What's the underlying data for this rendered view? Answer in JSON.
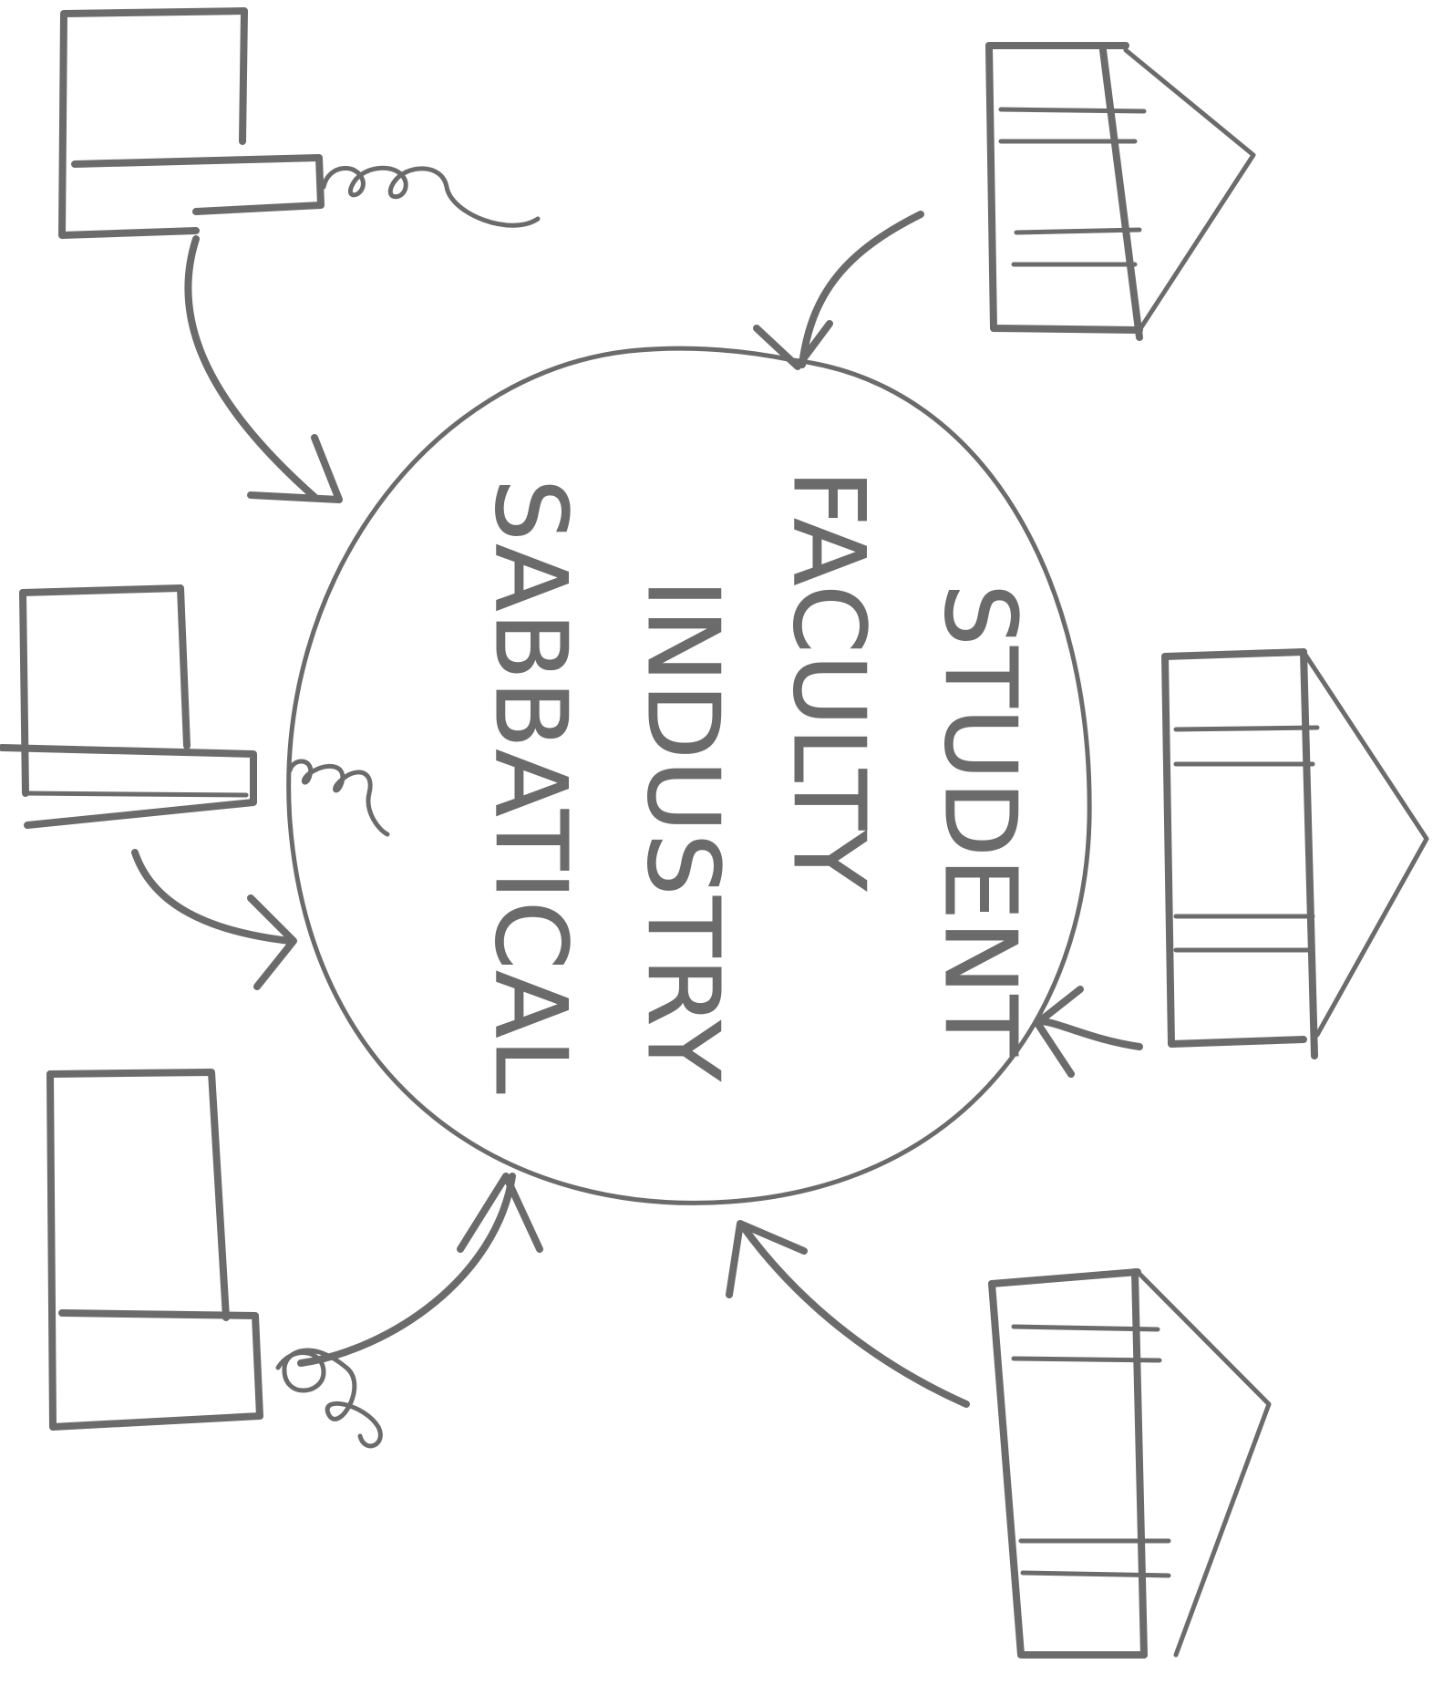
{
  "diagram": {
    "center_labels": [
      "STUDENT",
      "FACULTY",
      "INDUSTRY",
      "SABBATICAL"
    ],
    "colors": {
      "ink": "#6b6b6b",
      "background": "#ffffff"
    },
    "node_icons": {
      "laptops": [
        "laptop-icon",
        "laptop-icon",
        "laptop-icon"
      ],
      "buildings": [
        "building-icon",
        "building-icon",
        "building-icon"
      ]
    }
  }
}
